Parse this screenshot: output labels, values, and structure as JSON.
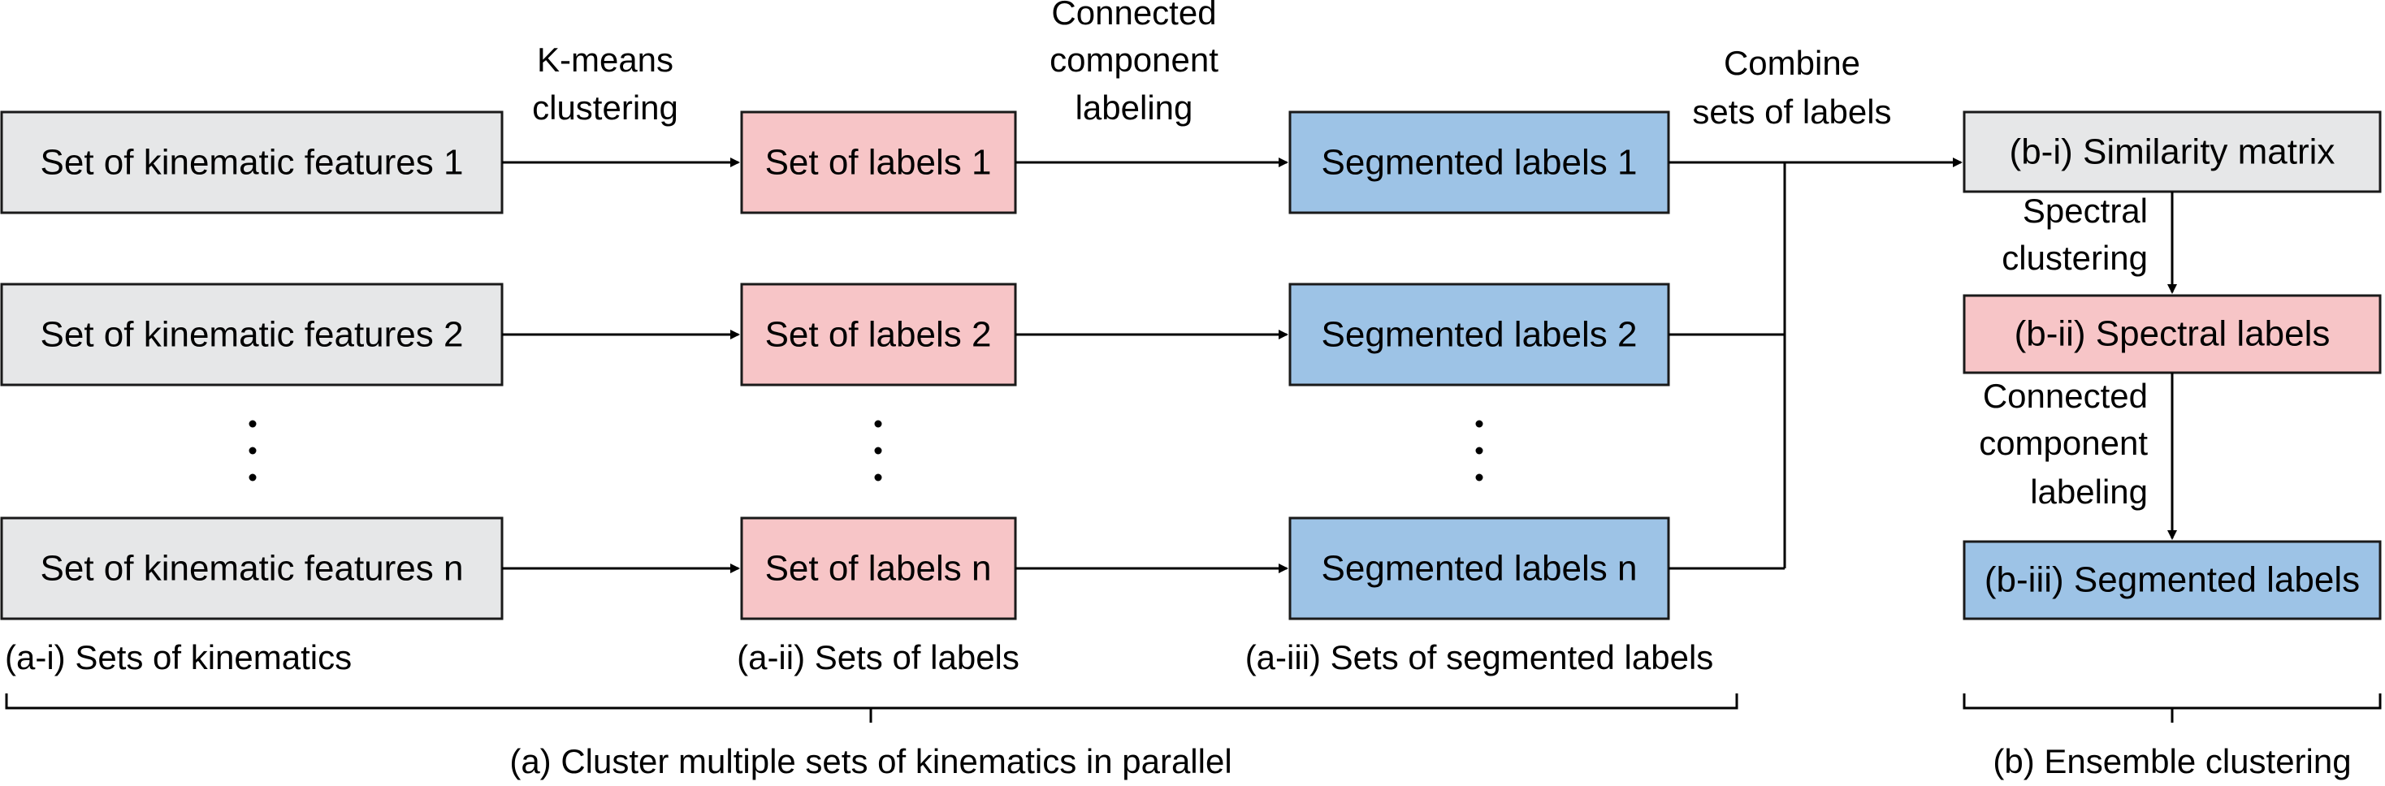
{
  "features": {
    "f1": "Set of kinematic features 1",
    "f2": "Set of kinematic features 2",
    "fn": "Set of kinematic features n"
  },
  "labels": {
    "l1": "Set of labels 1",
    "l2": "Set of labels 2",
    "ln": "Set of labels n"
  },
  "segmented": {
    "s1": "Segmented labels 1",
    "s2": "Segmented labels 2",
    "sn": "Segmented labels n"
  },
  "ensemble": {
    "similarity": "(b-i) Similarity matrix",
    "spectral": "(b-ii) Spectral labels",
    "segmented": "(b-iii) Segmented labels"
  },
  "edges": {
    "kmeans": [
      "K-means",
      "clustering"
    ],
    "ccl": [
      "Connected",
      "component",
      "labeling"
    ],
    "combine": [
      "Combine",
      "sets of labels"
    ],
    "spectral": [
      "Spectral",
      "clustering"
    ],
    "ccl2": [
      "Connected",
      "component",
      "labeling"
    ]
  },
  "captions": {
    "ai": "(a-i) Sets of kinematics",
    "aii": "(a-ii) Sets of labels",
    "aiii": "(a-iii) Sets of segmented labels",
    "a": "(a) Cluster multiple sets of kinematics in parallel",
    "b": "(b) Ensemble clustering"
  },
  "colors": {
    "gray": "#e6e7e8",
    "pink": "#f7c5c7",
    "blue": "#9dc3e6"
  }
}
